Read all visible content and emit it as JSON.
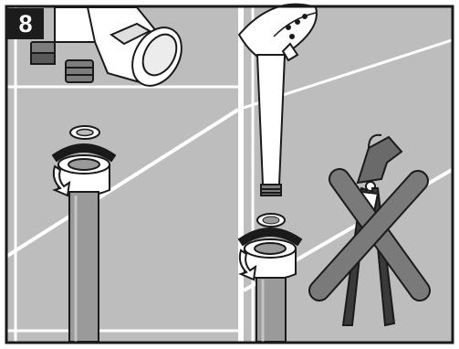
{
  "step": {
    "number": "8"
  },
  "colors": {
    "frame": "#1a1a1a",
    "background": "#bdbdbd",
    "wall_joint": "#ffffff",
    "part_fill": "#ffffff",
    "hose_fill": "#9a9a9a",
    "prohibition_cross": "#7a7a7a"
  },
  "panels": [
    {
      "name": "hose-to-outlet",
      "parts": [
        "diverter-valve",
        "sealing-washer",
        "hose-nut",
        "hose",
        "tighten-by-hand-arrow"
      ]
    },
    {
      "name": "hose-to-handshower",
      "parts": [
        "hand-shower",
        "filter-screen",
        "hose-nut",
        "hose",
        "tighten-by-hand-arrow",
        "pliers-prohibited"
      ]
    }
  ]
}
